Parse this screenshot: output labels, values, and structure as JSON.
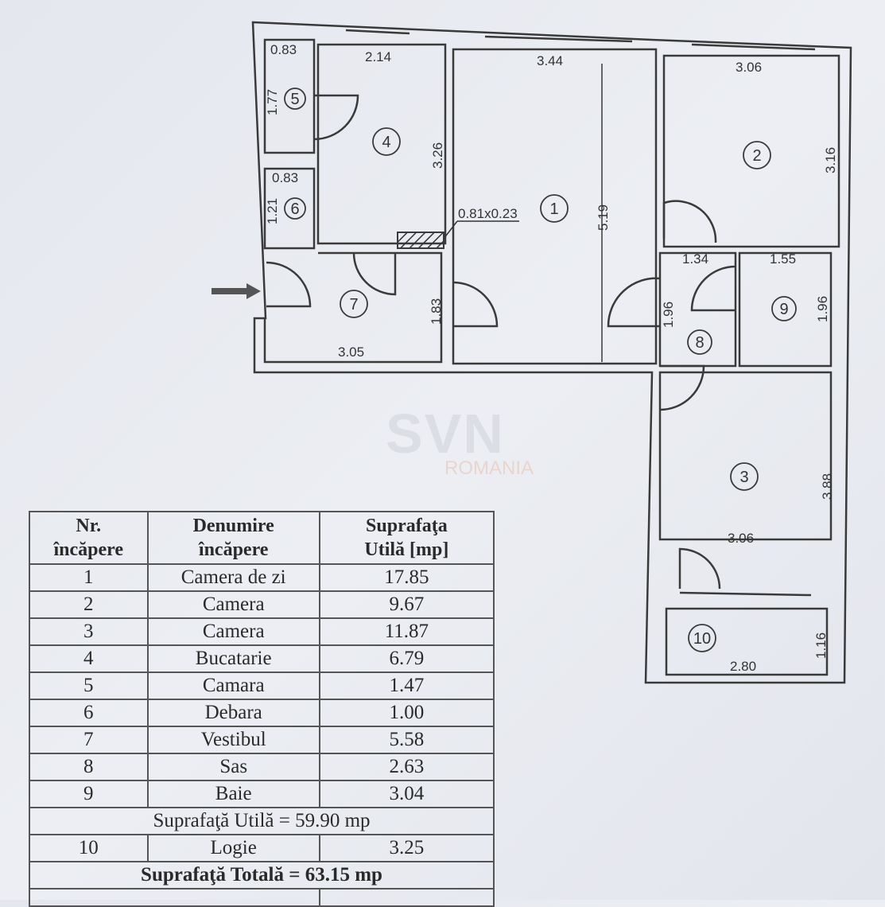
{
  "plan": {
    "rooms": [
      {
        "number": "1",
        "dims": [
          "3.44",
          "5.19"
        ]
      },
      {
        "number": "2",
        "dims": [
          "3.06",
          "3.16"
        ]
      },
      {
        "number": "3",
        "dims": [
          "3.06",
          "3.88"
        ]
      },
      {
        "number": "4",
        "dims": [
          "2.14",
          "3.26"
        ]
      },
      {
        "number": "5",
        "dims": [
          "0.83",
          "1.77"
        ]
      },
      {
        "number": "6",
        "dims": [
          "0.83",
          "1.21"
        ]
      },
      {
        "number": "7",
        "dims": [
          "3.05",
          "1.83"
        ]
      },
      {
        "number": "8",
        "dims": [
          "1.34",
          "1.96"
        ]
      },
      {
        "number": "9",
        "dims": [
          "1.55",
          "1.96"
        ]
      },
      {
        "number": "10",
        "dims": [
          "2.80",
          "1.16"
        ]
      }
    ],
    "column_label": "0.81x0.23",
    "line_color": "#3a3a3a"
  },
  "watermark": {
    "logo": "SVN",
    "sub": "ROMANIA"
  },
  "table": {
    "headers": [
      "Nr.\nîncăpere",
      "Denumire\nîncăpere",
      "Suprafaţa\nUtilă [mp]"
    ],
    "header_lines": [
      [
        "Nr.",
        "încăpere"
      ],
      [
        "Denumire",
        "încăpere"
      ],
      [
        "Suprafaţa",
        "Utilă [mp]"
      ]
    ],
    "rows": [
      [
        "1",
        "Camera de zi",
        "17.85"
      ],
      [
        "2",
        "Camera",
        "9.67"
      ],
      [
        "3",
        "Camera",
        "11.87"
      ],
      [
        "4",
        "Bucatarie",
        "6.79"
      ],
      [
        "5",
        "Camara",
        "1.47"
      ],
      [
        "6",
        "Debara",
        "1.00"
      ],
      [
        "7",
        "Vestibul",
        "5.58"
      ],
      [
        "8",
        "Sas",
        "2.63"
      ],
      [
        "9",
        "Baie",
        "3.04"
      ]
    ],
    "useful_total": "Suprafaţă Utilă = 59.90 mp",
    "extra_row": [
      "10",
      "Logie",
      "3.25"
    ],
    "grand_total": "Suprafaţă Totală = 63.15 mp"
  }
}
